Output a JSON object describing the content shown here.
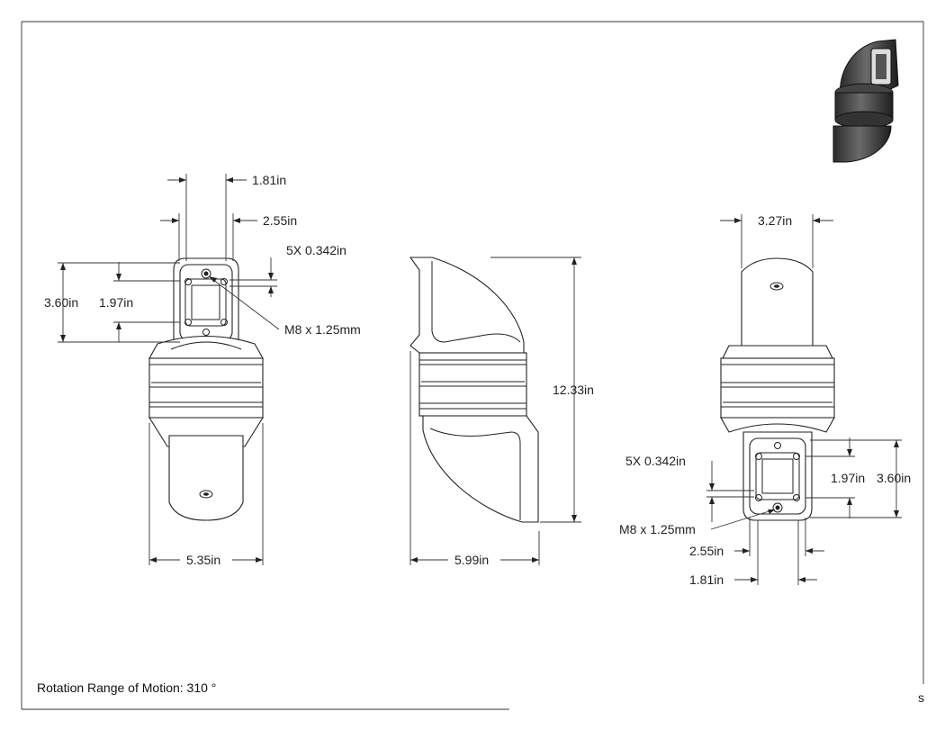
{
  "drawing": {
    "note": "Rotation Range of Motion: 310 °",
    "edge_mark": "s"
  },
  "front_view": {
    "top_width_1": "1.81in",
    "top_width_2": "2.55in",
    "hole_callout": "5X 0.342in",
    "height_outer": "3.60in",
    "height_inner": "1.97in",
    "thread_callout": "M8 x 1.25mm",
    "overall_width": "5.35in"
  },
  "side_view": {
    "overall_height": "12.33in",
    "overall_width": "5.99in"
  },
  "back_view": {
    "tab_width": "3.27in",
    "hole_callout": "5X 0.342in",
    "height_inner": "1.97in",
    "height_outer": "3.60in",
    "thread_callout": "M8 x 1.25mm",
    "bottom_width_2": "2.55in",
    "bottom_width_1": "1.81in"
  },
  "iso_view": {
    "icon": "isometric-model-icon"
  }
}
